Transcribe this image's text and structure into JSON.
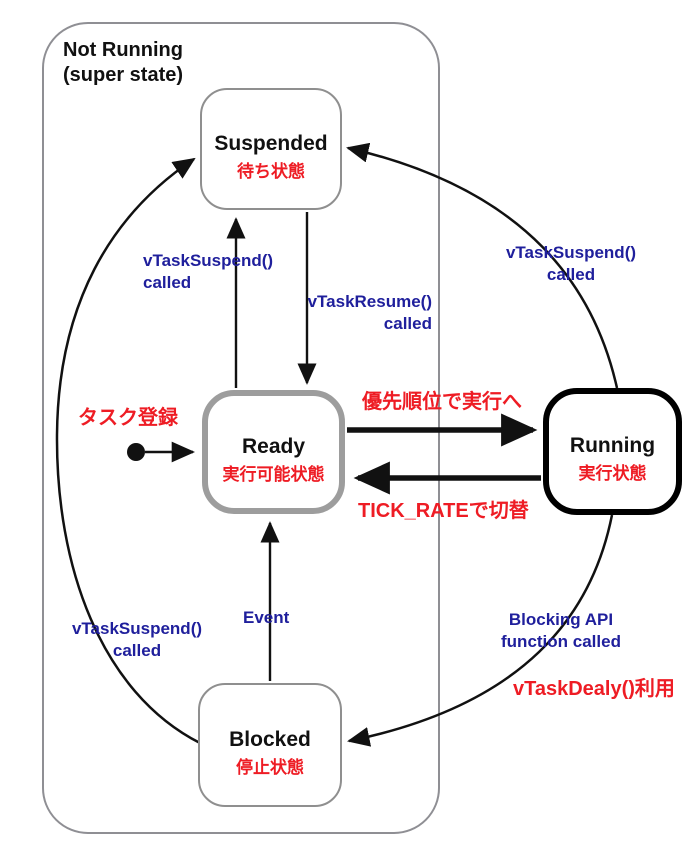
{
  "diagram": {
    "superstate": {
      "label": "Not Running\n(super state)"
    },
    "states": {
      "suspended": {
        "title": "Suspended",
        "subtitle": "待ち状態"
      },
      "ready": {
        "title": "Ready",
        "subtitle": "実行可能状態"
      },
      "running": {
        "title": "Running",
        "subtitle": "実行状態"
      },
      "blocked": {
        "title": "Blocked",
        "subtitle": "停止状態"
      }
    },
    "labels": {
      "suspend_left": "vTaskSuspend()\ncalled",
      "resume": "vTaskResume()\ncalled",
      "suspend_right": "vTaskSuspend()\ncalled",
      "task_register": "タスク登録",
      "priority_run": "優先順位で実行へ",
      "tick_rate": "TICK_RATEで切替",
      "suspend_bottom": "vTaskSuspend()\ncalled",
      "event": "Event",
      "blocking_api": "Blocking API\nfunction called",
      "vtask_delay": "vTaskDealy()利用"
    },
    "colors": {
      "api_label_blue": "#1f1f9c",
      "note_red": "#ee1c24",
      "state_border_gray": "#8f8f8f",
      "ready_border_gray": "#9d9d9d",
      "running_border_black": "#000000",
      "arrow_black": "#111111"
    }
  }
}
